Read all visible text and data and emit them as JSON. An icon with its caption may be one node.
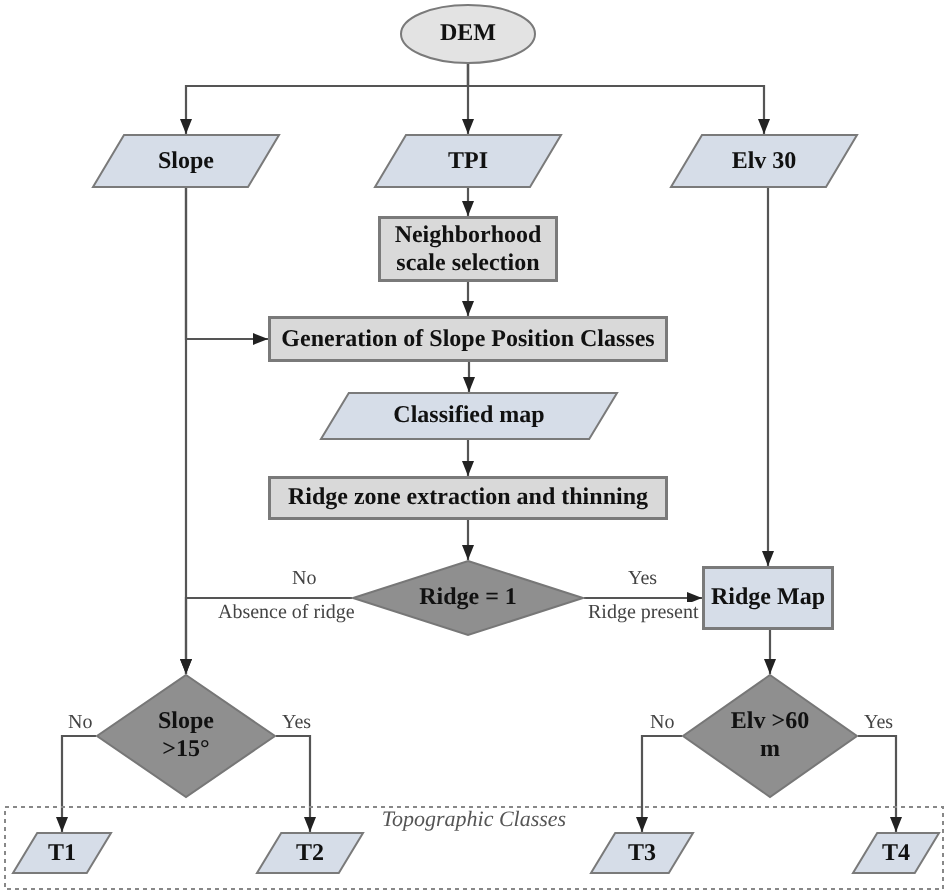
{
  "diagram": {
    "nodes": [
      {
        "text": [
          "DEM"
        ]
      },
      {
        "text": [
          "Slope"
        ]
      },
      {
        "text": [
          "TPI"
        ]
      },
      {
        "text": [
          "Elv 30"
        ]
      },
      {
        "text": [
          "Neighborhood scale selection"
        ]
      },
      {
        "text": [
          "Generation of Slope Position Classes"
        ]
      },
      {
        "text": [
          "Classified map"
        ]
      },
      {
        "text": [
          "Ridge zone extraction and thinning"
        ]
      },
      {
        "text": [
          "Ridge = 1"
        ]
      },
      {
        "text": [
          "Ridge Map"
        ]
      },
      {
        "text": [
          "Slope >15°"
        ]
      },
      {
        "text": [
          "Elv >60 m"
        ]
      },
      {
        "text": [
          "Topographic Classes"
        ]
      },
      {
        "text": [
          "T1"
        ],
        "in": 12
      },
      {
        "text": [
          "T2"
        ],
        "in": 12
      },
      {
        "text": [
          "T3"
        ],
        "in": 12
      },
      {
        "text": [
          "T4"
        ],
        "in": 12
      }
    ],
    "edges": [
      {
        "from": 0,
        "to": 1,
        "arrow": "to"
      },
      {
        "from": 0,
        "to": 2,
        "arrow": "to"
      },
      {
        "from": 0,
        "to": 3,
        "arrow": "to"
      },
      {
        "from": 2,
        "to": 4,
        "arrow": "to"
      },
      {
        "from": 4,
        "to": 5,
        "arrow": "to"
      },
      {
        "from": 1,
        "to": 5,
        "arrow": "to"
      },
      {
        "from": 1,
        "to": 10,
        "arrow": "to"
      },
      {
        "from": 5,
        "to": 6,
        "arrow": "to"
      },
      {
        "from": 6,
        "to": 7,
        "arrow": "to"
      },
      {
        "from": 7,
        "to": 8,
        "arrow": "to"
      },
      {
        "from": 8,
        "to": 10,
        "arrow": "to",
        "label": "No"
      },
      {
        "from": 8,
        "to": 9,
        "arrow": "to",
        "label": "Yes"
      },
      {
        "from": 3,
        "to": 9,
        "arrow": "to"
      },
      {
        "from": 9,
        "to": 11,
        "arrow": "to"
      },
      {
        "from": 10,
        "to": 13,
        "arrow": "to",
        "label": "No"
      },
      {
        "from": 10,
        "to": 14,
        "arrow": "to",
        "label": "Yes"
      },
      {
        "from": 11,
        "to": 15,
        "arrow": "to",
        "label": "No"
      },
      {
        "from": 11,
        "to": 16,
        "arrow": "to",
        "label": "Yes"
      }
    ],
    "labels": [
      "Absence of ridge",
      "Ridge present"
    ]
  }
}
